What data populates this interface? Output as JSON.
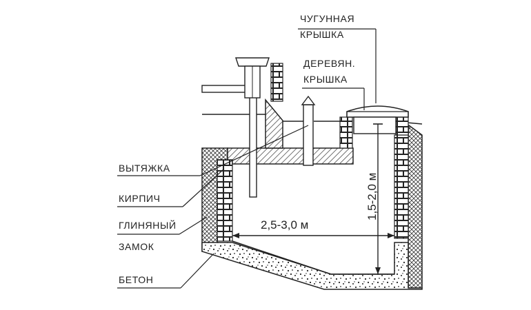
{
  "labels": {
    "cast_iron_lid_1": "ЧУГУННАЯ",
    "cast_iron_lid_2": "КРЫШКА",
    "wooden_lid_1": "ДЕРЕВЯН.",
    "wooden_lid_2": "КРЫШКА",
    "vent": "ВЫТЯЖКА",
    "brick": "КИРПИЧ",
    "clay_1": "ГЛИНЯНЫЙ",
    "clay_2": "ЗАМОК",
    "concrete": "БЕТОН"
  },
  "dimensions": {
    "width": "2,5-3,0 м",
    "depth": "1,5-2,0 м"
  }
}
